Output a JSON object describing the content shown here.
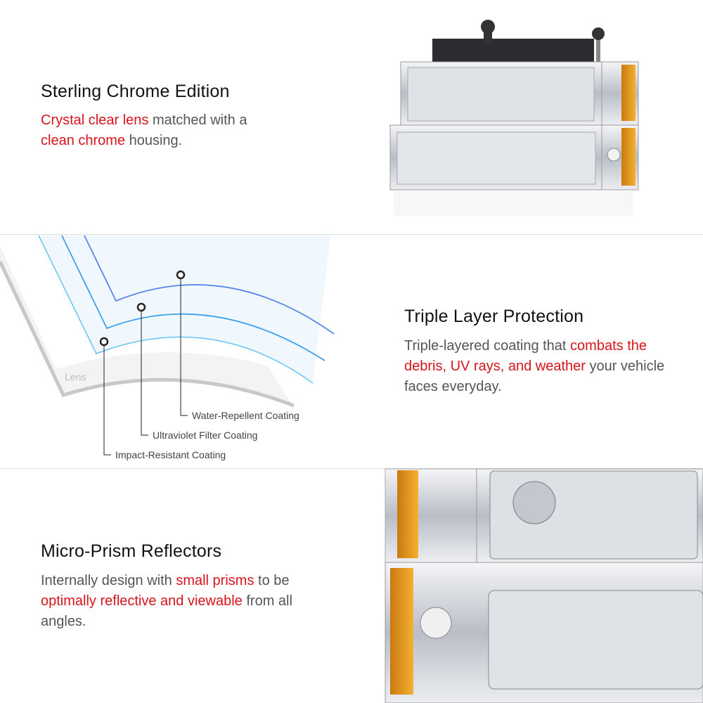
{
  "sections": [
    {
      "title": "Sterling Chrome Edition",
      "body": [
        {
          "text": "Crystal clear lens",
          "highlight": true
        },
        {
          "text": " matched with a ",
          "highlight": false
        },
        {
          "text": "clean chrome",
          "highlight": true
        },
        {
          "text": " housing.",
          "highlight": false
        }
      ]
    },
    {
      "title": "Triple Layer Protection",
      "body": [
        {
          "text": "Triple-layered coating that ",
          "highlight": false
        },
        {
          "text": "combats the debris, UV rays, and weather",
          "highlight": true
        },
        {
          "text": " your vehicle faces everyday.",
          "highlight": false
        }
      ],
      "diagram": {
        "lens_label": "Lens",
        "layers": [
          "Water-Repellent Coating",
          "Ultraviolet Filter Coating",
          "Impact-Resistant Coating"
        ]
      }
    },
    {
      "title": "Micro-Prism Reflectors",
      "body": [
        {
          "text": "Internally design with ",
          "highlight": false
        },
        {
          "text": "small prisms",
          "highlight": true
        },
        {
          "text": " to be ",
          "highlight": false
        },
        {
          "text": "optimally reflective and viewable",
          "highlight": true
        },
        {
          "text": " from all angles.",
          "highlight": false
        }
      ]
    }
  ],
  "colors": {
    "highlight": "#d8141c",
    "amber": "#f0a020",
    "chrome": "#c8ccd2"
  }
}
